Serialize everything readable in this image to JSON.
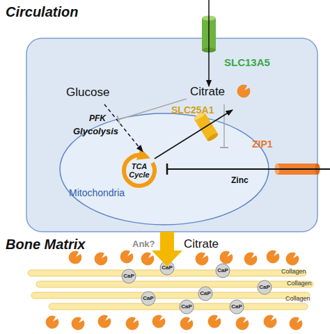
{
  "diagram": {
    "nodes": [
      {
        "text": [
          "Mitochondria"
        ]
      },
      {
        "text": [
          "TCA Cycle"
        ],
        "in": 0
      }
    ],
    "labels": [
      "Circulation",
      "SLC13A5",
      "Glucose",
      "PFK",
      "Glycolysis",
      "Citrate",
      "SLC25A1",
      "ZIP1",
      "Zinc",
      "Bone Matrix",
      "Ank?",
      "Citrate",
      "CaP",
      "CaP",
      "CaP",
      "CaP",
      "CaP",
      "CaP",
      "CaP",
      "CaP",
      "Collagen",
      "Collagen",
      "Collagen"
    ]
  }
}
